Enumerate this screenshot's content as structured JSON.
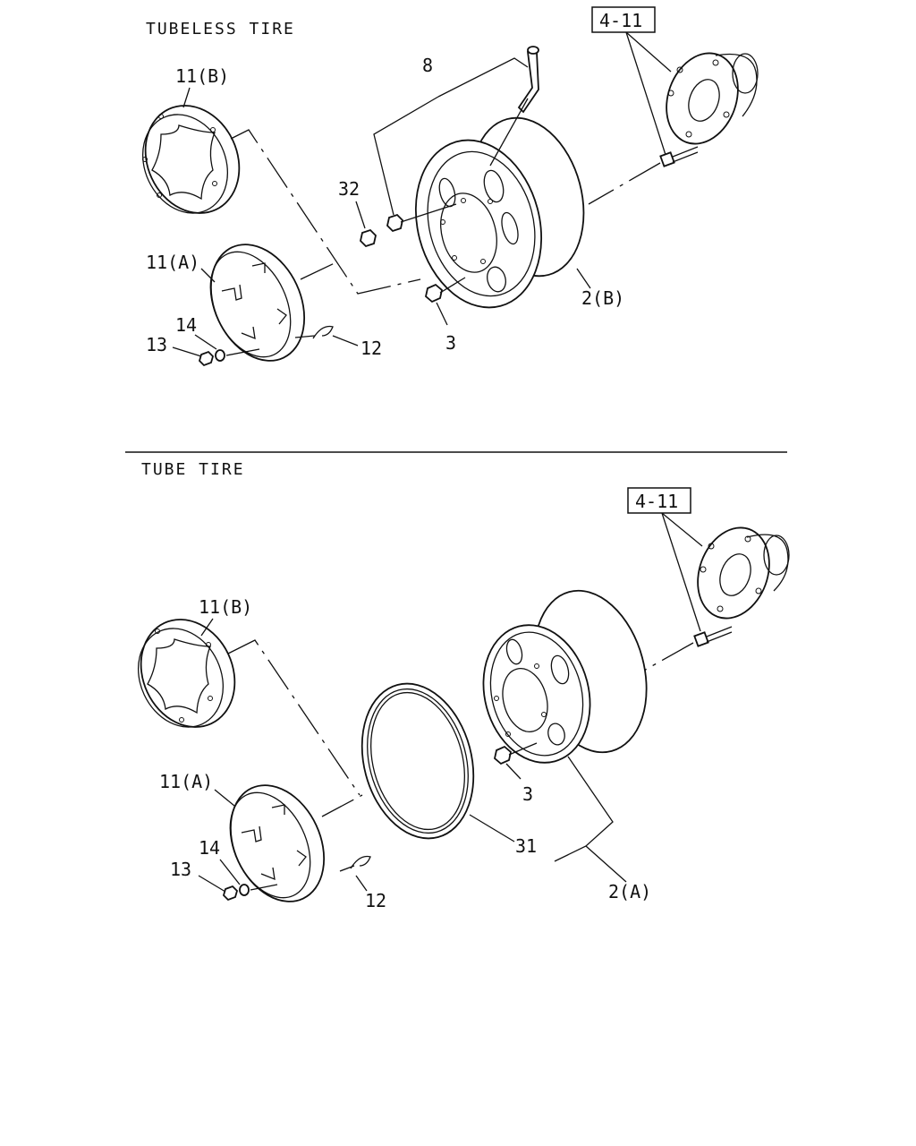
{
  "sections": {
    "top": {
      "title": "TUBELESS TIRE",
      "ref": "4-11",
      "labels": {
        "p8": "8",
        "p11b": "11(B)",
        "p32": "32",
        "p11a": "11(A)",
        "p14": "14",
        "p13": "13",
        "p12": "12",
        "p3": "3",
        "p2b": "2(B)"
      }
    },
    "bottom": {
      "title": "TUBE TIRE",
      "ref": "4-11",
      "labels": {
        "p11b": "11(B)",
        "p11a": "11(A)",
        "p14": "14",
        "p13": "13",
        "p12": "12",
        "p3": "3",
        "p31": "31",
        "p2a": "2(A)"
      }
    }
  }
}
